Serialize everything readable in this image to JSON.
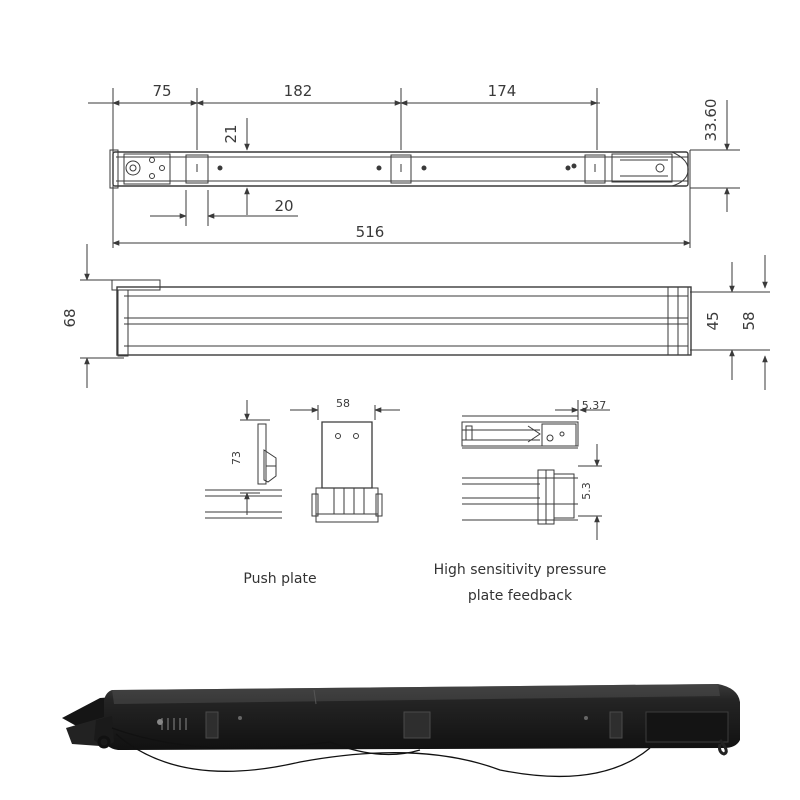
{
  "dimensions": {
    "d75": "75",
    "d182": "182",
    "d174": "174",
    "d33_60": "33.60",
    "d21": "21",
    "d20": "20",
    "d516": "516",
    "d68": "68",
    "d45": "45",
    "d58": "58",
    "d73": "73",
    "d58b": "58",
    "d5_37": "5.37",
    "d5_3": "5.3"
  },
  "captions": {
    "push_plate": "Push plate",
    "feedback_line1": "High sensitivity pressure",
    "feedback_line2": "plate feedback"
  },
  "colors": {
    "line": "#3a3a3a",
    "product_body": "#1c1c1c"
  }
}
